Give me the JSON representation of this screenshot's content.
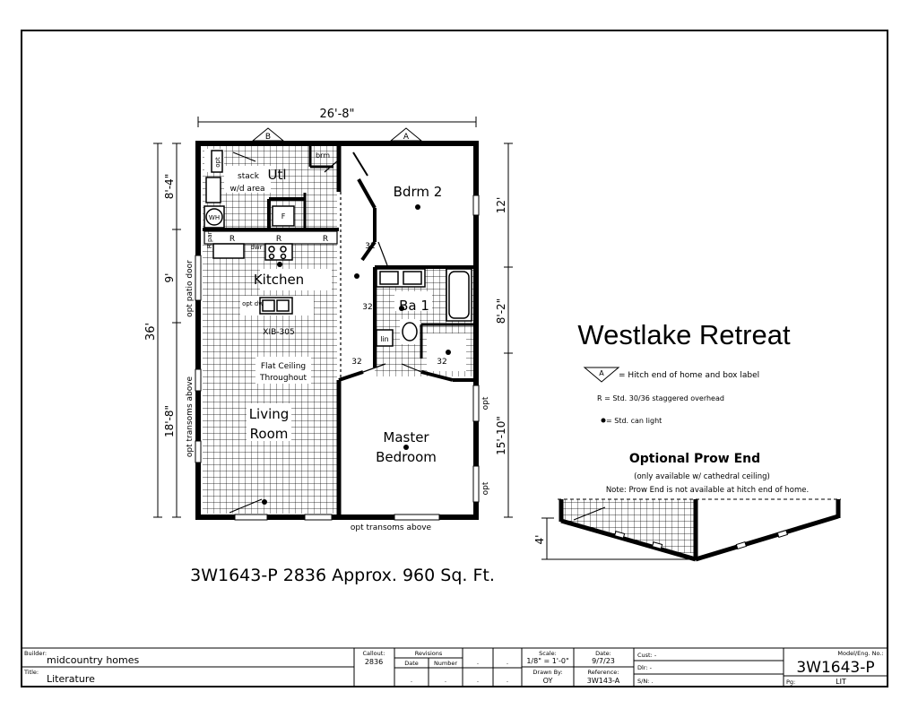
{
  "plan": {
    "title": "Westlake Retreat",
    "caption": "3W1643-P 2836 Approx. 960 Sq. Ft.",
    "dim_width": "26'-8\"",
    "dim_total": "36'",
    "dim_left": [
      "8'-4\"",
      "9'",
      "18'-8\""
    ],
    "dim_right": [
      "12'",
      "8'-2\"",
      "15'-10\""
    ],
    "side_labels": {
      "patio": "opt patio door",
      "transoms_left": "opt transoms above",
      "transoms_bottom": "opt transoms above",
      "opt_right_1": "opt",
      "opt_right_2": "opt"
    },
    "markers": {
      "a": "A",
      "b": "B"
    },
    "rooms": {
      "utl": "Utl",
      "stack": "stack",
      "wd_area": "w/d area",
      "brm": "brm",
      "opt_utl": "opt",
      "wh": "WH",
      "f": "F",
      "bdrm2": "Bdrm 2",
      "kitchen": "Kitchen",
      "r_pan": "R pan",
      "dwr": "dwr",
      "r1": "R",
      "r2": "R",
      "r3": "R",
      "opt_dw": "opt dw",
      "xib": "XIB-305",
      "flat1": "Flat Ceiling",
      "flat2": "Throughout",
      "living1": "Living",
      "living2": "Room",
      "ba1": "Ba 1",
      "lin": "lin",
      "master1": "Master",
      "master2": "Bedroom",
      "d32a": "32",
      "d32b": "32",
      "d32c": "32",
      "d32d": "32"
    }
  },
  "legend": {
    "marker": "A",
    "hitch": "= Hitch end of home and box label",
    "r_note": "R = Std. 30/36 staggered overhead",
    "can_light": "= Std. can light"
  },
  "prow": {
    "title": "Optional Prow End",
    "sub": "(only available w/ cathedral ceiling)",
    "note": "Note: Prow End is not available at hitch end of home.",
    "dim": "4'"
  },
  "title_block": {
    "builder_label": "Builder:",
    "builder": "midcountry homes",
    "title_label": "Title:",
    "title": "Literature",
    "callout_label": "Callout:",
    "callout": "2836",
    "revisions_label": "Revisions",
    "date_label": "Date",
    "number_label": "Number",
    "scale_label": "Scale:",
    "scale": "1/8\" = 1'-0\"",
    "date2_label": "Date:",
    "date2": "9/7/23",
    "drawn_label": "Drawn By:",
    "drawn": "OY",
    "ref_label": "Reference:",
    "ref": "3W143-A",
    "cust": "Cust: -",
    "dlr": "Dlr: -",
    "sn": "S/N: .",
    "model_label": "Model/Eng. No.:",
    "model": "3W1643-P",
    "pg_label": "Pg:",
    "pg": "LIT"
  }
}
